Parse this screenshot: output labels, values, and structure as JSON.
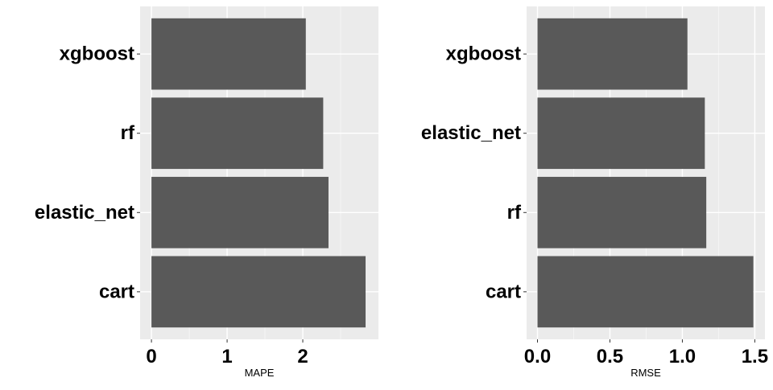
{
  "chart_data": [
    {
      "type": "bar",
      "orientation": "horizontal",
      "categories": [
        "cart",
        "elastic_net",
        "rf",
        "xgboost"
      ],
      "values": [
        2.83,
        2.34,
        2.27,
        2.04
      ],
      "xlabel": "MAPE",
      "ylabel": "",
      "xlim": [
        -0.15,
        3.0
      ],
      "xticks": [
        0,
        1,
        2
      ],
      "xtick_labels": [
        "0",
        "1",
        "2"
      ],
      "grid": true
    },
    {
      "type": "bar",
      "orientation": "horizontal",
      "categories": [
        "cart",
        "rf",
        "elastic_net",
        "xgboost"
      ],
      "values": [
        1.49,
        1.165,
        1.155,
        1.035
      ],
      "xlabel": "RMSE",
      "ylabel": "",
      "xlim": [
        -0.075,
        1.57
      ],
      "xticks": [
        0.0,
        0.5,
        1.0,
        1.5
      ],
      "xtick_labels": [
        "0.0",
        "0.5",
        "1.0",
        "1.5"
      ],
      "grid": true
    }
  ],
  "colors": {
    "bar": "#595959",
    "panel_background": "#ebebeb",
    "grid_major": "#ffffff",
    "grid_minor": "#f5f5f5",
    "text": "#000000"
  }
}
